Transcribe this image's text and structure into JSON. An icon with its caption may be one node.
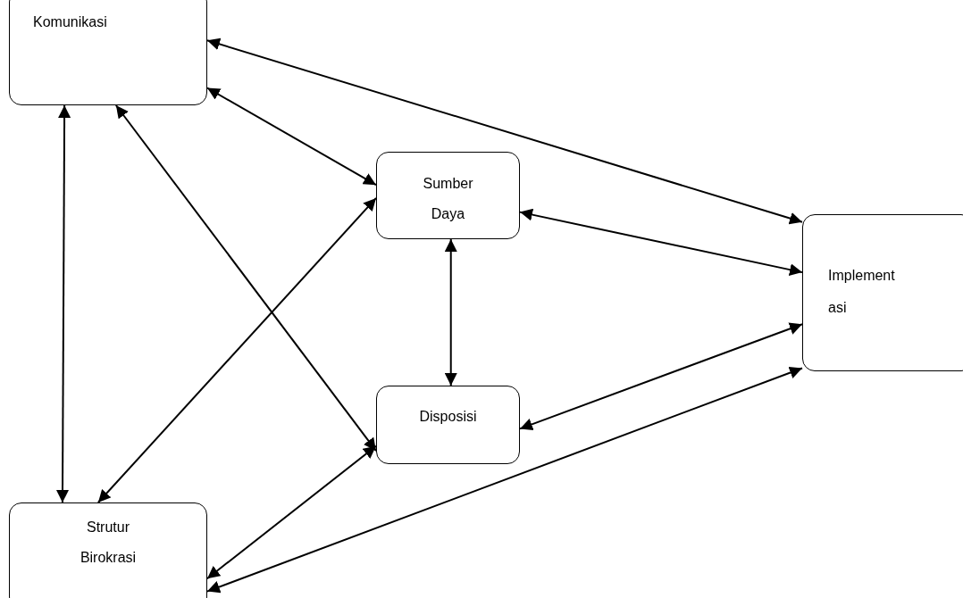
{
  "diagram": {
    "nodes": [
      {
        "text": [
          "Komunikasi"
        ]
      },
      {
        "text": [
          "Sumber Daya"
        ]
      },
      {
        "text": [
          "Implementasi"
        ]
      },
      {
        "text": [
          "Disposisi"
        ]
      },
      {
        "text": [
          "Strutur Birokrasi"
        ]
      }
    ],
    "edges": [
      {
        "from": 0,
        "to": 2,
        "arrow": "both"
      },
      {
        "from": 0,
        "to": 1,
        "arrow": "both"
      },
      {
        "from": 0,
        "to": 4,
        "arrow": "both"
      },
      {
        "from": 0,
        "to": 3,
        "arrow": "both"
      },
      {
        "from": 1,
        "to": 4,
        "arrow": "both"
      },
      {
        "from": 1,
        "to": 3,
        "arrow": "both"
      },
      {
        "from": 1,
        "to": 2,
        "arrow": "both"
      },
      {
        "from": 3,
        "to": 2,
        "arrow": "both"
      },
      {
        "from": 3,
        "to": 4,
        "arrow": "both"
      },
      {
        "from": 4,
        "to": 2,
        "arrow": "both"
      }
    ]
  }
}
